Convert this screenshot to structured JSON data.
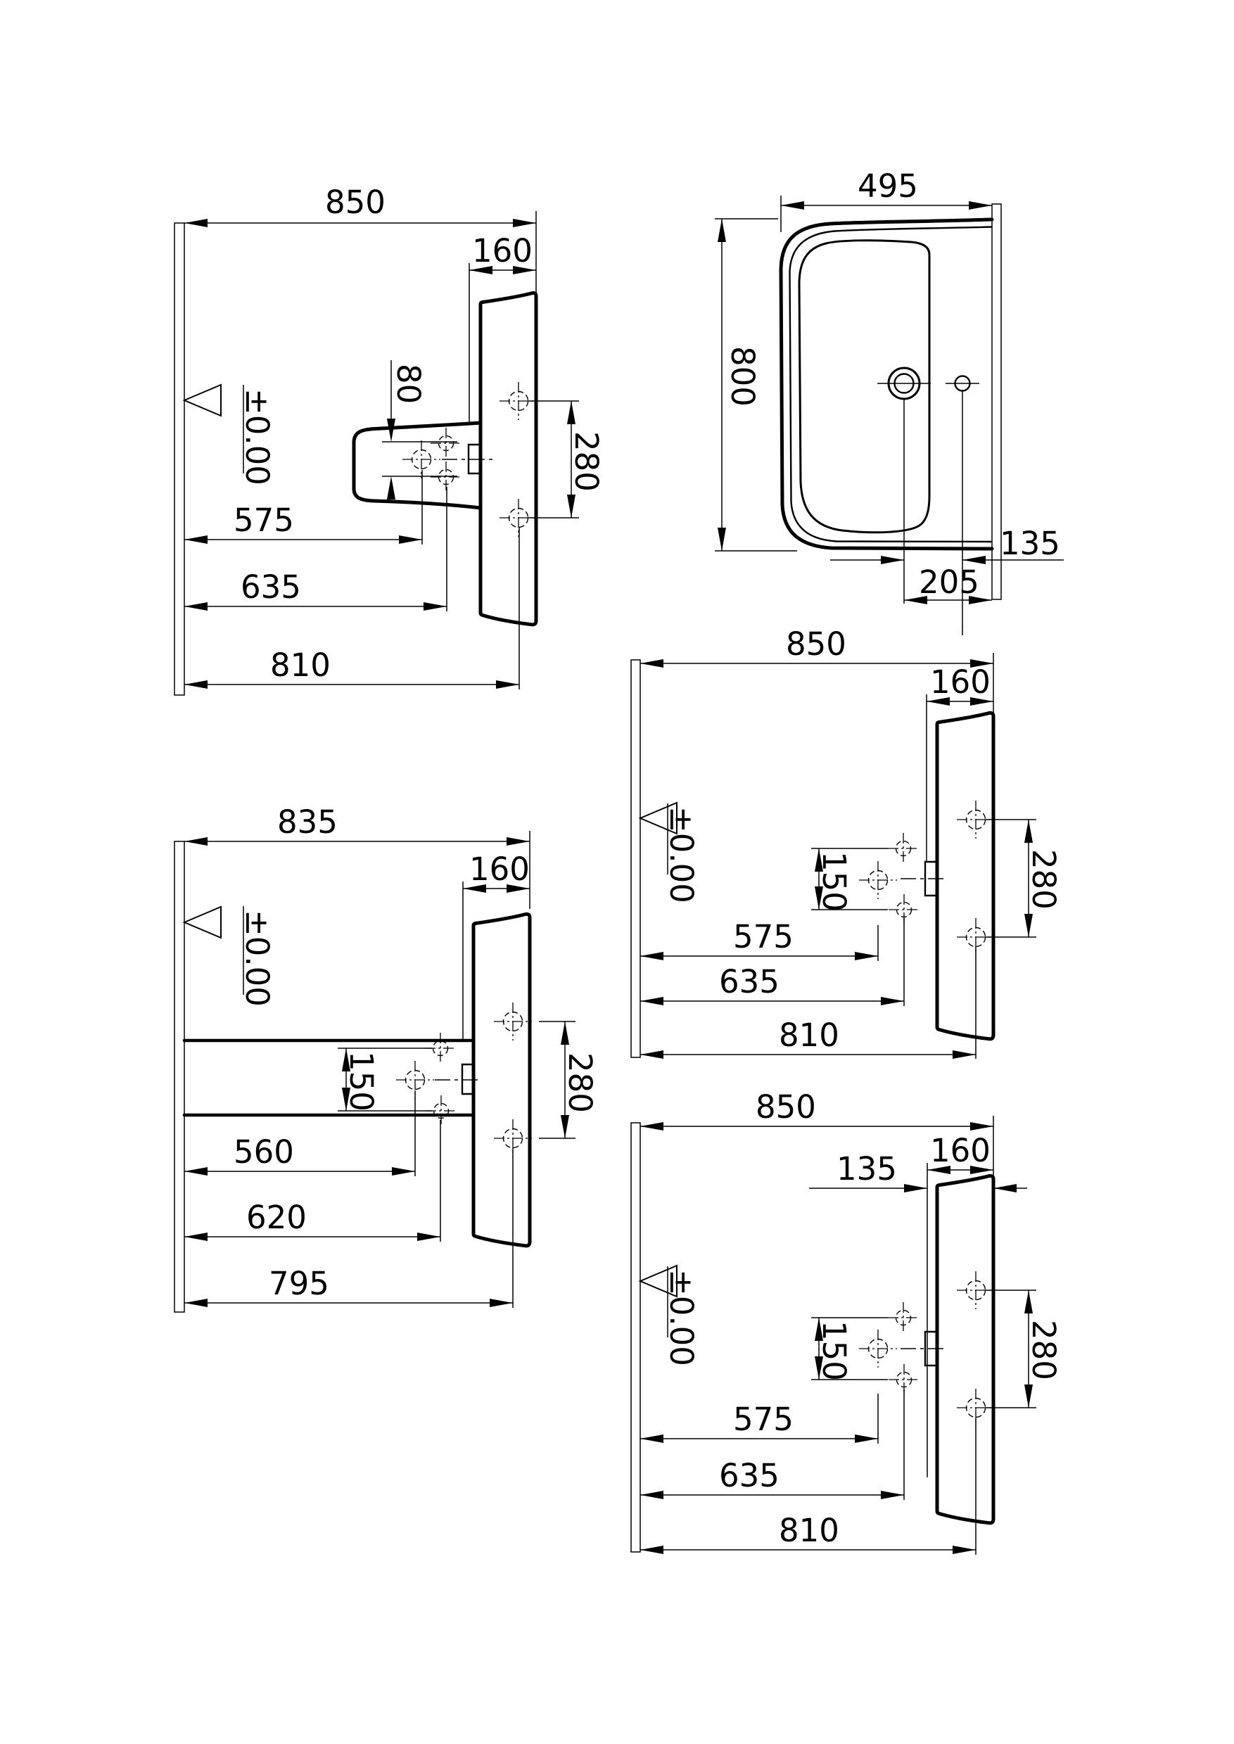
{
  "drawing": {
    "description_visible_text_only": true,
    "views": {
      "v1": {
        "overall": "850",
        "depth": "160",
        "bracket_holes": "80",
        "level": "±0.00",
        "d1": "575",
        "d2": "635",
        "d3": "810",
        "spacing": "280"
      },
      "v2": {
        "width": "495",
        "depth": "800",
        "tap": "135",
        "drain": "205"
      },
      "v3": {
        "overall": "835",
        "depth": "160",
        "level": "±0.00",
        "gap": "150",
        "spacing": "280",
        "d1": "560",
        "d2": "620",
        "d3": "795"
      },
      "v4": {
        "overall": "850",
        "depth": "160",
        "level": "±0.00",
        "gap": "150",
        "spacing": "280",
        "d1": "575",
        "d2": "635",
        "d3": "810"
      },
      "v5": {
        "overall": "850",
        "tap": "135",
        "depth": "160",
        "level": "±0.00",
        "gap": "150",
        "spacing": "280",
        "d1": "575",
        "d2": "635",
        "d3": "810"
      }
    }
  }
}
